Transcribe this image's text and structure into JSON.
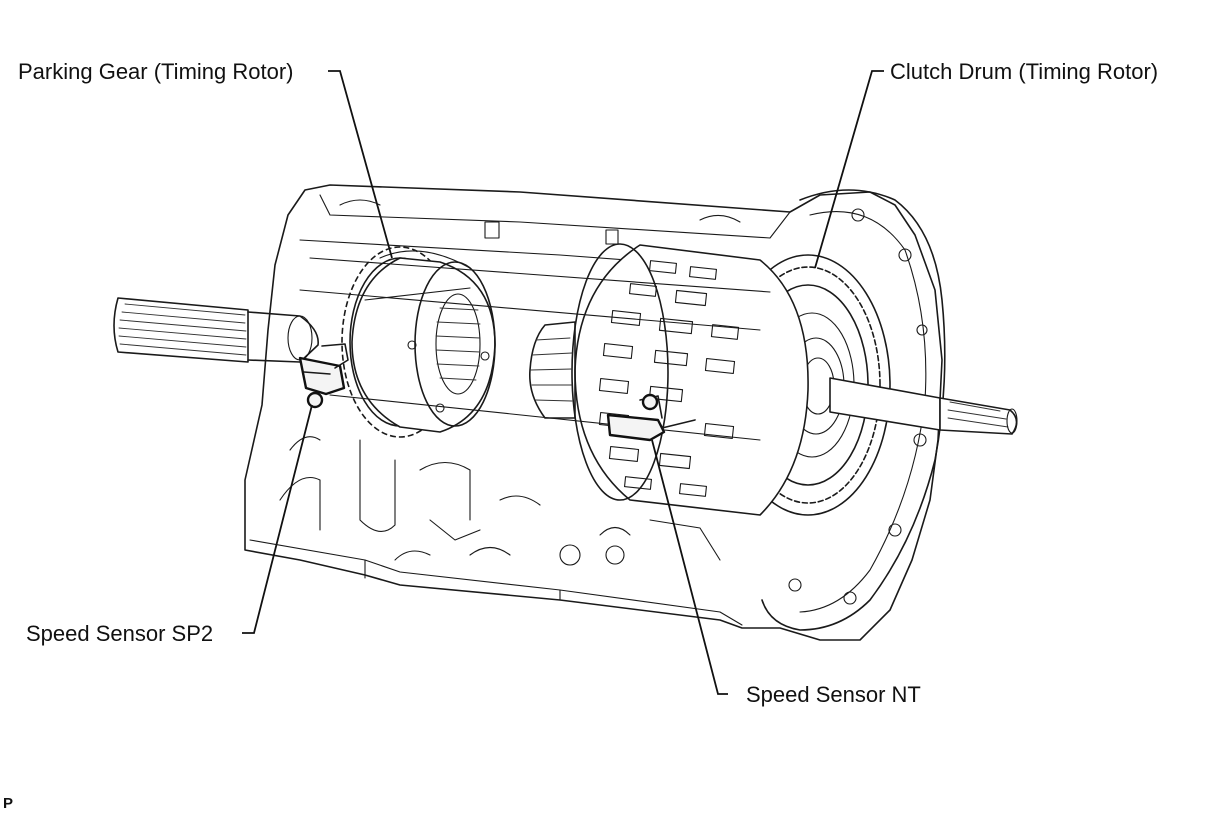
{
  "labels": {
    "parking_gear": "Parking Gear (Timing Rotor)",
    "clutch_drum": "Clutch Drum (Timing Rotor)",
    "speed_sensor_sp2": "Speed Sensor SP2",
    "speed_sensor_nt": "Speed Sensor NT"
  },
  "corner_code": "P"
}
